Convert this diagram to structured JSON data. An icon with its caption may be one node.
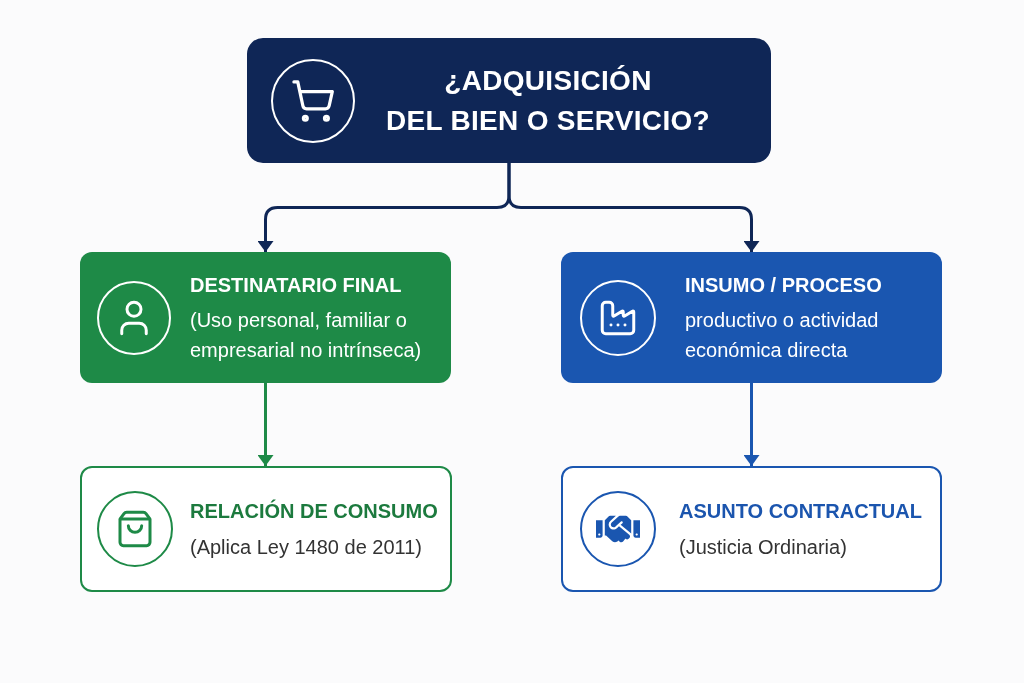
{
  "diagram": {
    "nodes": [
      {
        "text": [
          "¿ADQUISICIÓN DEL BIEN O SERVICIO?"
        ]
      },
      {
        "text": [
          "DESTINATARIO FINAL",
          "(Uso personal, familiar o empresarial no intrínseca)"
        ]
      },
      {
        "text": [
          "INSUMO / PROCESO",
          "productivo o actividad económica directa"
        ]
      },
      {
        "text": [
          "RELACIÓN DE CONSUMO",
          "(Aplica Ley 1480 de 2011)"
        ]
      },
      {
        "text": [
          "ASUNTO CONTRACTUAL",
          "(Justicia Ordinaria)"
        ]
      }
    ],
    "edges": [
      {
        "from": 0,
        "to": 1,
        "arrow": "to"
      },
      {
        "from": 0,
        "to": 2,
        "arrow": "to"
      },
      {
        "from": 1,
        "to": 3,
        "arrow": "to",
        "color": "#1e8a47"
      },
      {
        "from": 2,
        "to": 4,
        "arrow": "to",
        "color": "#1a56b0"
      }
    ]
  }
}
